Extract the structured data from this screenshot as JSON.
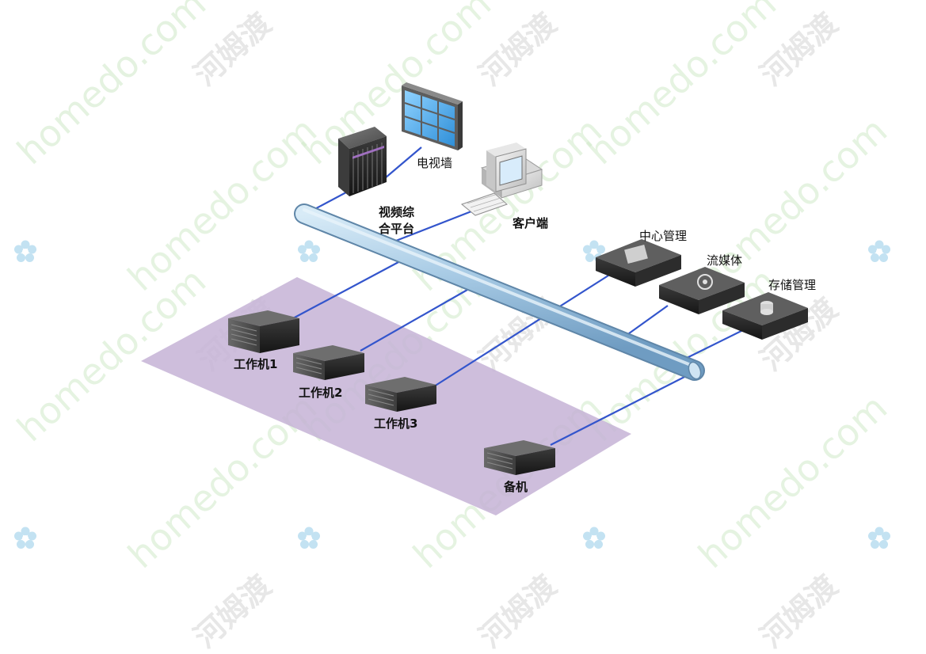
{
  "nodes": {
    "video_platform": "视频综\n合平台",
    "video_wall": "电视墙",
    "client": "客户端",
    "center_mgmt": "中心管理",
    "stream_media": "流媒体",
    "storage_mgmt": "存储管理",
    "workstation_1": "工作机1",
    "workstation_2": "工作机2",
    "workstation_3": "工作机3",
    "backup": "备机"
  },
  "watermark": {
    "brand_text": "homedo.com",
    "brand_cn": "河姆渡"
  },
  "colors": {
    "backbone": "#9ec3df",
    "link": "#3355cc",
    "zone": "#c6b3d6",
    "server_dark": "#2a2a2a",
    "watermark_green": "#cfe9c8"
  }
}
